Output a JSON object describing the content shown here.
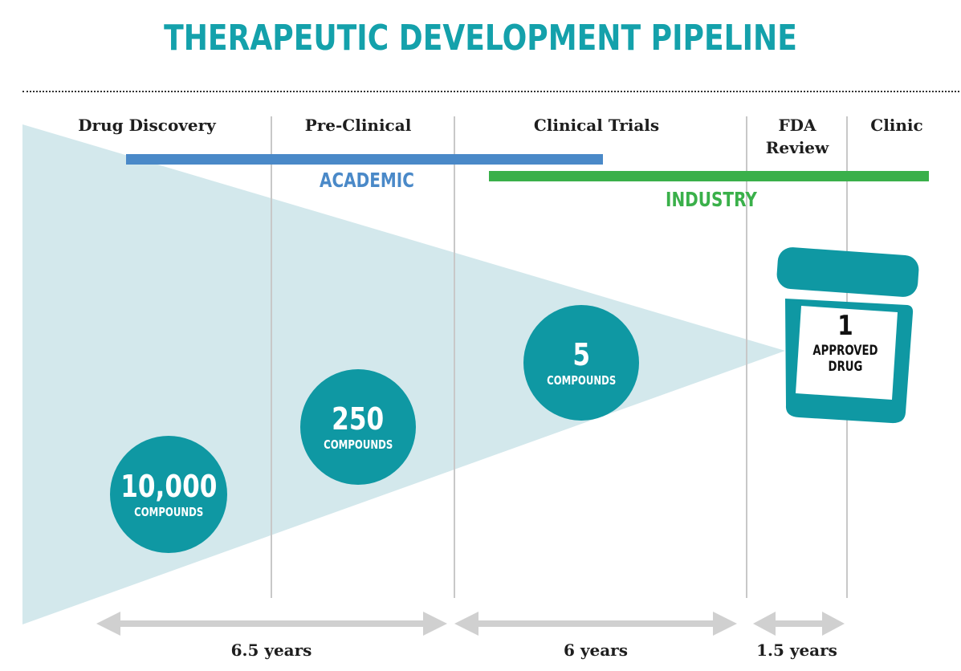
{
  "title": "THERAPEUTIC DEVELOPMENT PIPELINE",
  "stages": [
    "Drug Discovery",
    "Pre-Clinical",
    "Clinical Trials",
    "FDA Review",
    "Clinic"
  ],
  "sectors": {
    "academic": {
      "label": "ACADEMIC",
      "color": "#4a89c8"
    },
    "industry": {
      "label": "INDUSTRY",
      "color": "#3ab04a"
    }
  },
  "counts": [
    {
      "number": "10,000",
      "unit": "COMPOUNDS"
    },
    {
      "number": "250",
      "unit": "COMPOUNDS"
    },
    {
      "number": "5",
      "unit": "COMPOUNDS"
    }
  ],
  "result": {
    "number": "1",
    "line1": "APPROVED",
    "line2": "DRUG"
  },
  "durations": [
    "6.5 years",
    "6 years",
    "1.5 years"
  ],
  "colors": {
    "teal": "#0f98a3",
    "funnel": "#d3e8ec",
    "divider": "#c8c8c8",
    "arrow": "#d0d0d0"
  }
}
